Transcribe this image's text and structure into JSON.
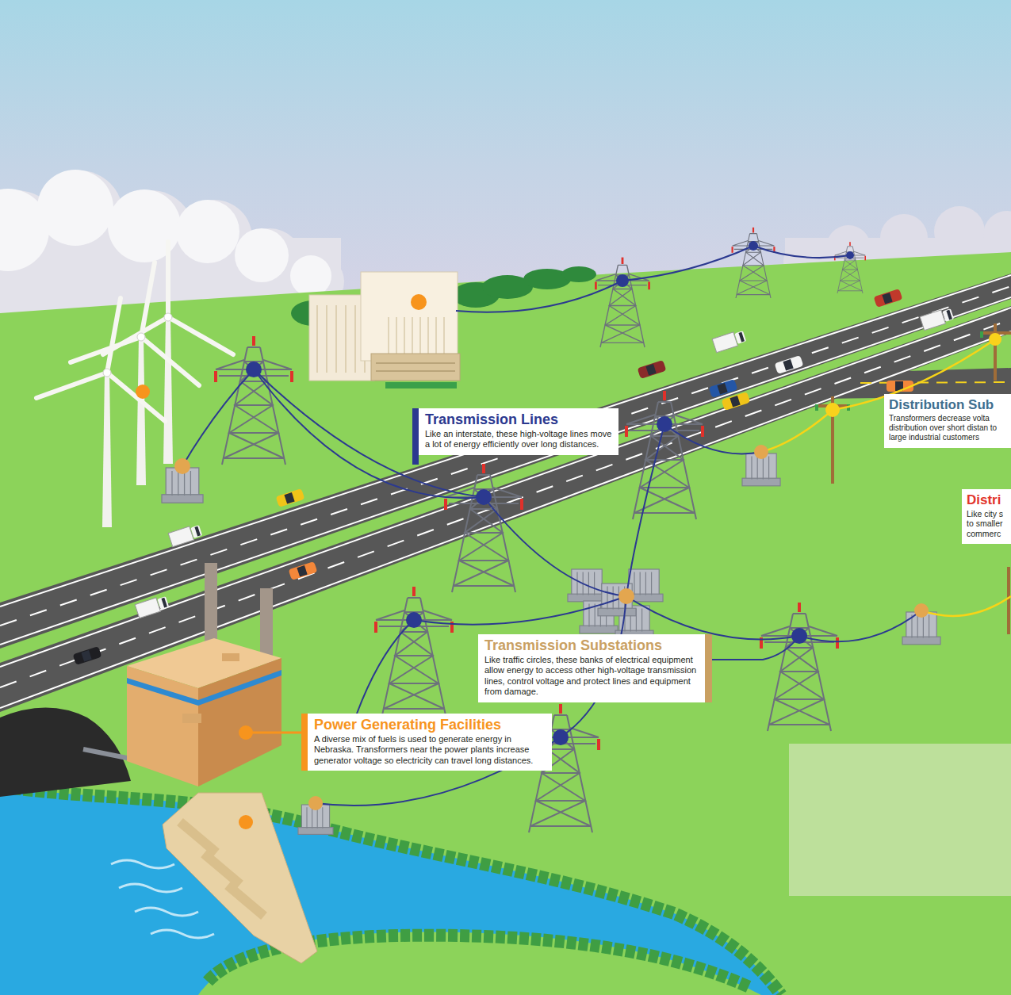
{
  "diagram": {
    "nodes": [
      {
        "text": [
          "Transmission Lines",
          "Like an interstate, these high-voltage lines move a lot of energy efficiently over long distances."
        ]
      },
      {
        "text": [
          "Distribution Sub",
          "Transformers decrease volta distribution over short distan to large industrial customers"
        ]
      },
      {
        "text": [
          "Distri",
          "Like city s to smaller commerc"
        ]
      },
      {
        "text": [
          "Transmission Substations",
          "Like traffic circles, these banks of electrical equipment allow energy to access other high-voltage transmission lines, control voltage and protect lines and equipment from damage."
        ]
      },
      {
        "text": [
          "Power Generating Facilities",
          "A diverse mix of fuels is used to generate energy in Nebraska. Transformers near the power plants increase generator voltage so electricity can travel long distances."
        ]
      }
    ]
  }
}
